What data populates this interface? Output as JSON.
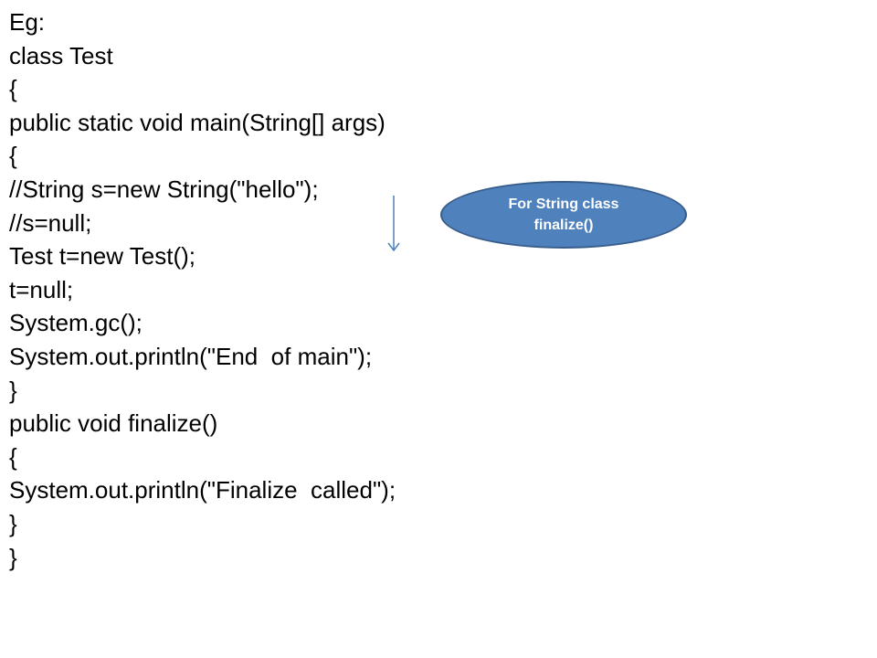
{
  "code": {
    "lines": [
      "Eg:",
      "class Test",
      "{",
      "public static void main(String[] args)",
      "{",
      "//String s=new String(\"hello\");",
      "//s=null;",
      "Test t=new Test();",
      "t=null;",
      "System.gc();",
      "System.out.println(\"End  of main\");",
      "}",
      "public void finalize()",
      "{",
      "System.out.println(\"Finalize  called\");",
      "}",
      "}"
    ]
  },
  "callout": {
    "text": "For String class finalize()",
    "fill_color": "#4f81bd",
    "border_color": "#385d8a"
  },
  "arrow": {
    "color": "#4f81bd",
    "icon": "arrow-down-icon"
  }
}
